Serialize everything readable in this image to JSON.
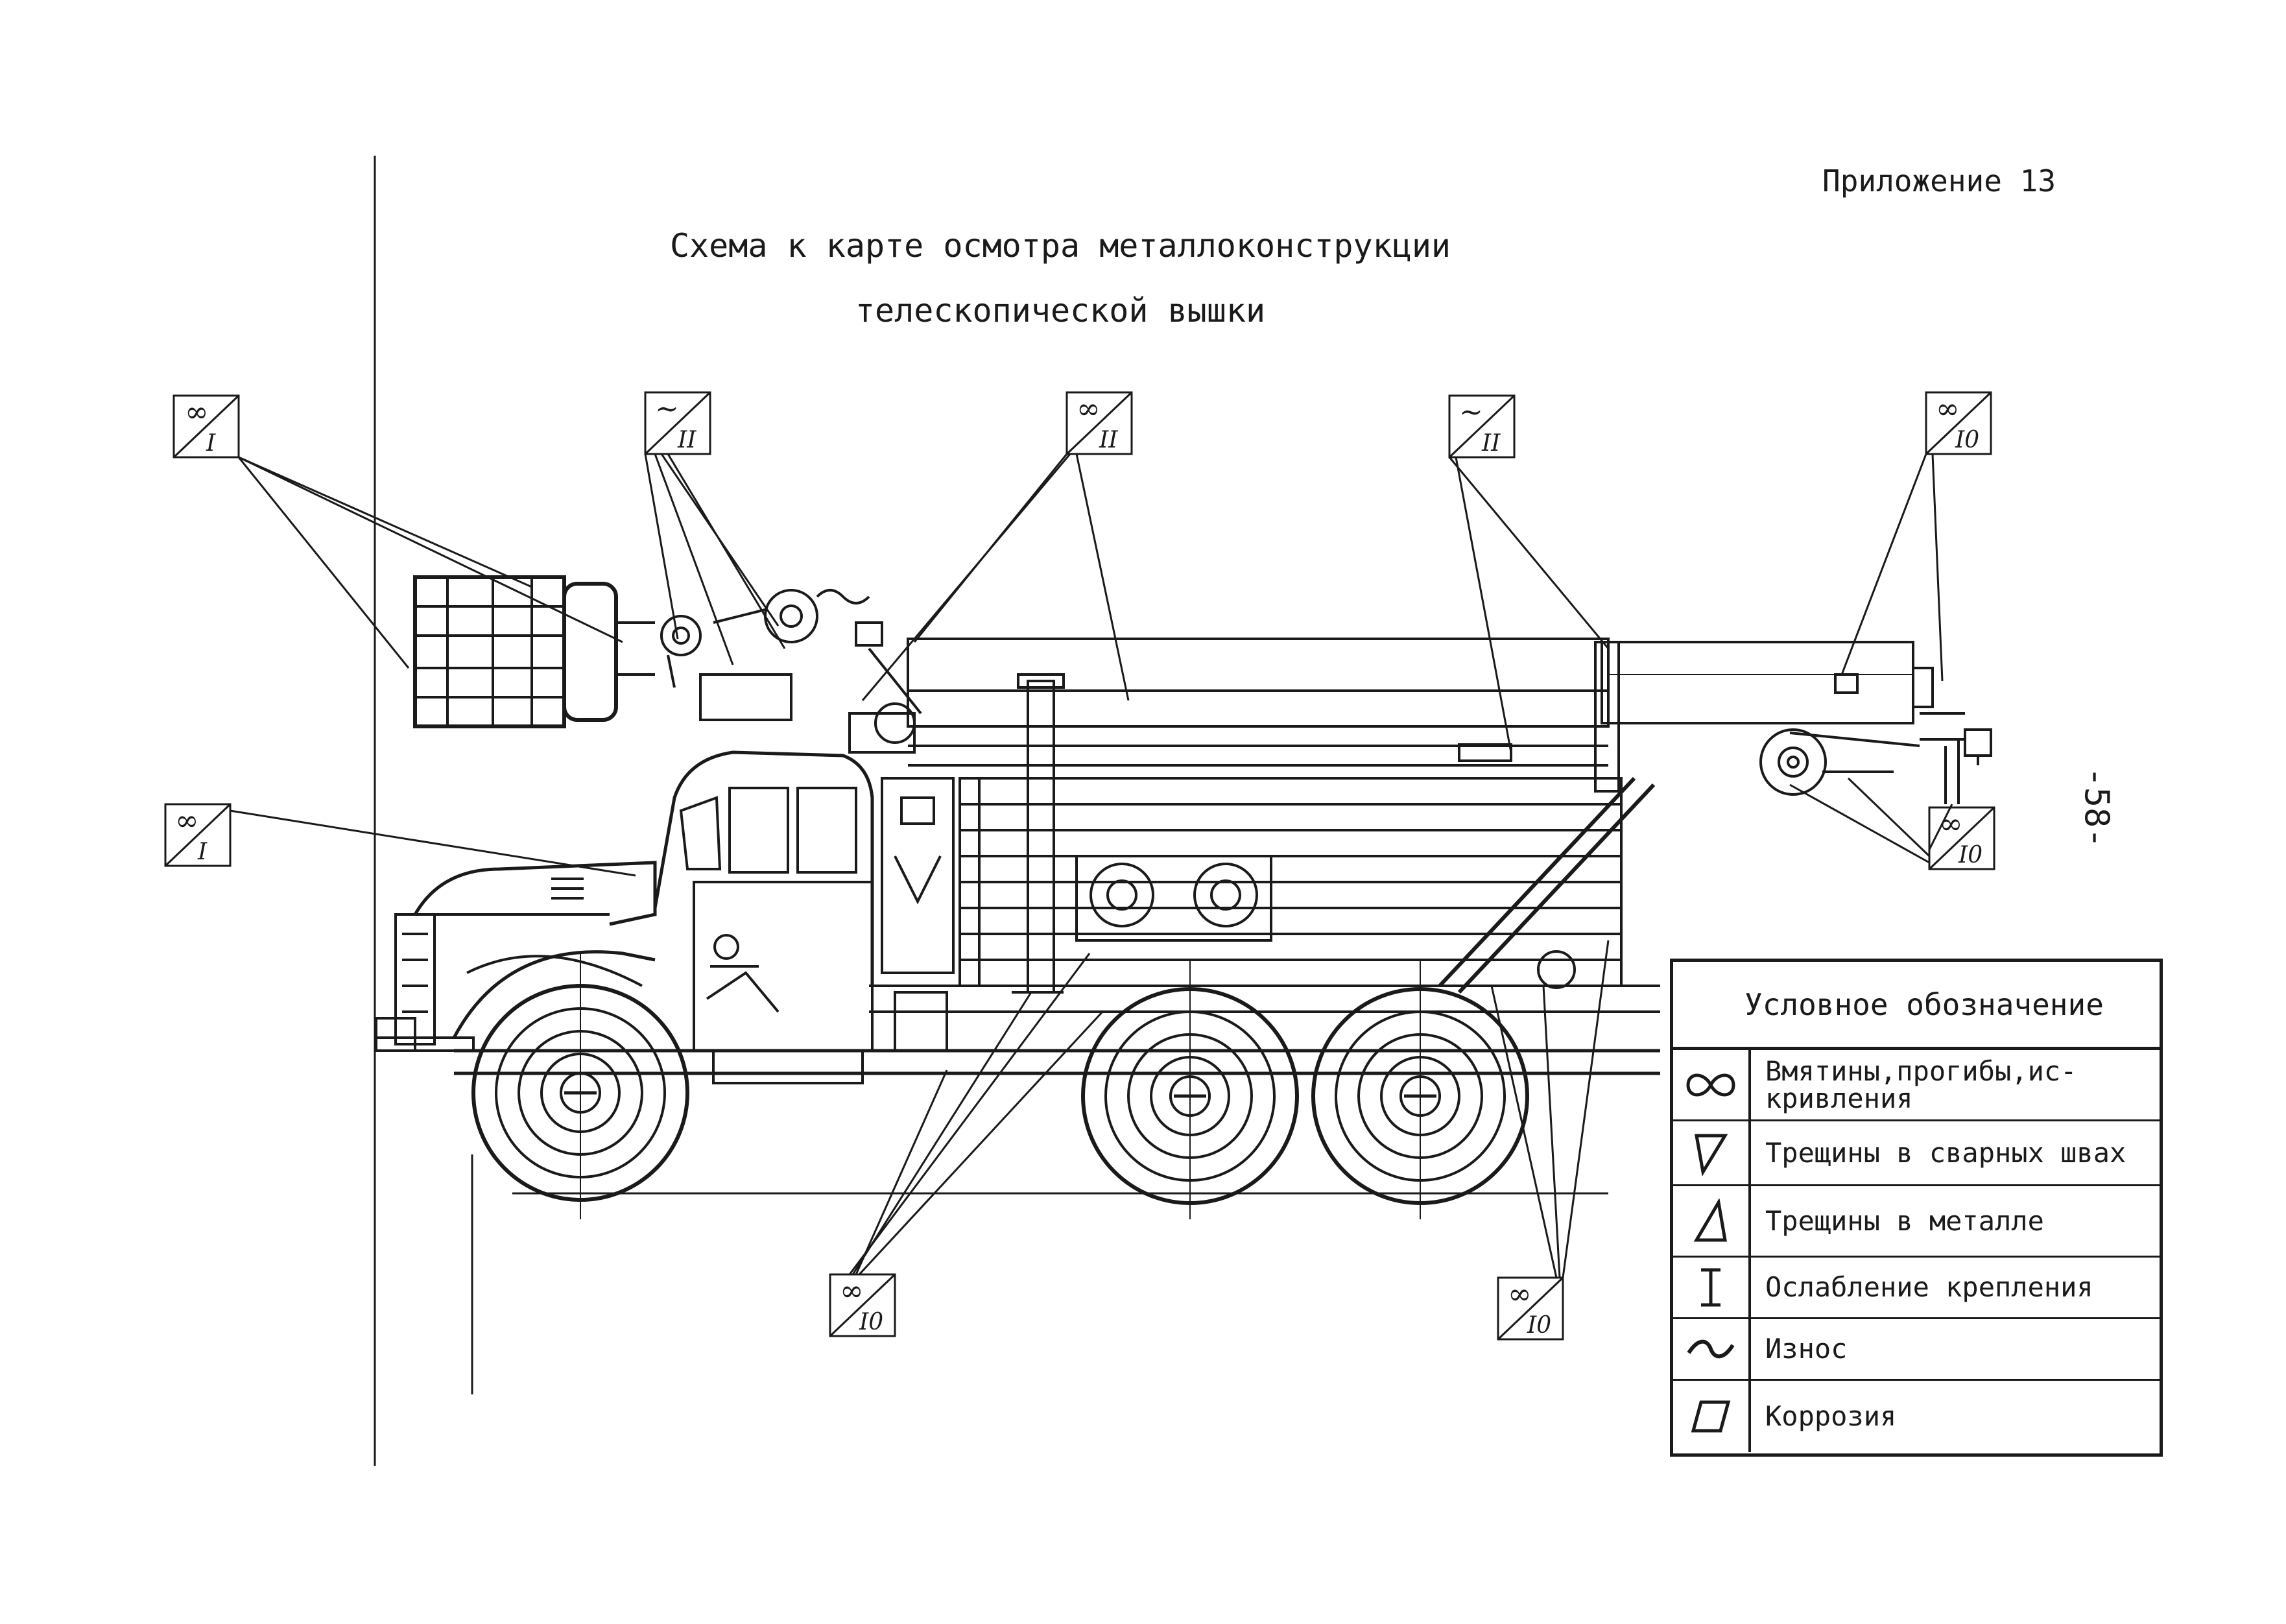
{
  "header": {
    "appendix_label": "Приложение 13",
    "title_line1": "Схема к карте осмотра металлоконструкции",
    "title_line2": "телескопической вышки",
    "page_number": "-58-"
  },
  "tags": [
    {
      "symbol": "∞",
      "code": "I"
    },
    {
      "symbol": "~",
      "code": "II"
    },
    {
      "symbol": "∞",
      "code": "II"
    },
    {
      "symbol": "~",
      "code": "II"
    },
    {
      "symbol": "∞",
      "code": "I0"
    },
    {
      "symbol": "∞",
      "code": "I0"
    },
    {
      "symbol": "∞",
      "code": "I"
    },
    {
      "symbol": "∞",
      "code": "I0"
    },
    {
      "symbol": "∞",
      "code": "I0"
    }
  ],
  "legend": {
    "title": "Условное обозначение",
    "items": [
      {
        "symbol_icon": "dent-icon",
        "text": "Вмятины,прогибы,ис-кривления"
      },
      {
        "symbol_icon": "weld-crack-icon",
        "text": "Трещины в сварных швах"
      },
      {
        "symbol_icon": "metal-crack-icon",
        "text": "Трещины в металле"
      },
      {
        "symbol_icon": "loose-fastening-icon",
        "text": "Ослабление крепления"
      },
      {
        "symbol_icon": "wear-icon",
        "text": "Износ"
      },
      {
        "symbol_icon": "corrosion-icon",
        "text": "Коррозия"
      }
    ]
  }
}
